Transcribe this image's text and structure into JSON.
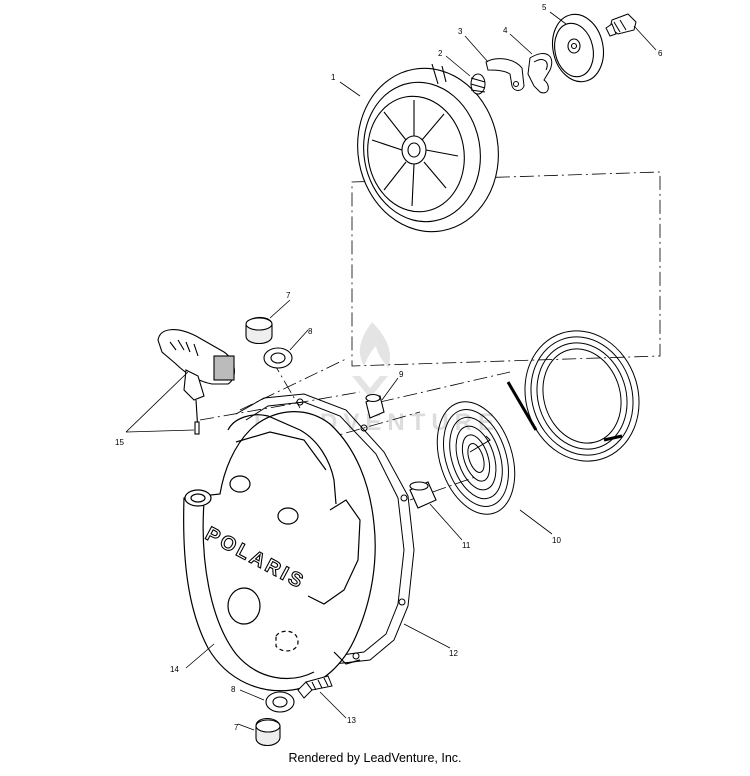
{
  "brand_logo_text": "POLARIS",
  "watermark_text": "LEADVENTURE",
  "credit": "Rendered by LeadVenture, Inc.",
  "callouts": {
    "c1": "1",
    "c2": "2",
    "c3": "3",
    "c4": "4",
    "c5": "5",
    "c6": "6",
    "c7_top": "7",
    "c8_top": "8",
    "c9": "9",
    "c10": "10",
    "c11": "11",
    "c12": "12",
    "c13": "13",
    "c14": "14",
    "c15": "15",
    "c8_bottom": "8",
    "c7_bottom": "7"
  }
}
